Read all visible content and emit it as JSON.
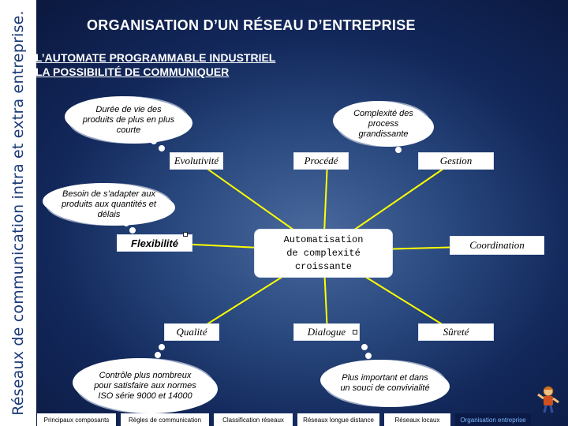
{
  "sidebar": {
    "text": "Réseaux de communication intra et extra entreprise."
  },
  "title": "ORGANISATION D’UN RÉSEAU D’ENTREPRISE",
  "subtitle": {
    "line1": "L’AUTOMATE PROGRAMMABLE INDUSTRIEL",
    "line2": "LA POSSIBILITÉ DE COMMUNIQUER"
  },
  "center": {
    "line1": "Automatisation",
    "line2": "de complexité",
    "line3": "croissante"
  },
  "nodes": {
    "evolutivite": "Evolutivité",
    "procede": "Procédé",
    "gestion": "Gestion",
    "flexibilite": "Flexibilité",
    "coordination": "Coordination",
    "qualite": "Qualité",
    "dialogue": "Dialogue",
    "surete": "Sûreté"
  },
  "clouds": {
    "duree": "Durée de vie des produits de plus en plus courte",
    "complexite": "Complexité des process grandissante",
    "besoin": "Besoin de s’adapter aux produits aux quantités et délais",
    "controle": "Contrôle plus nombreux pour satisfaire aux normes ISO série 9000 et 14000",
    "important": "Plus important et dans un souci de convivialité"
  },
  "nav": [
    "Principaux composants",
    "Règles de communication",
    "Classification réseaux",
    "Réseaux longue distance",
    "Réseaux locaux",
    "Organisation entreprise"
  ],
  "colors": {
    "background": "#1a3268",
    "sidebar_text": "#1a3a78",
    "active_nav": "#7fb8ff"
  }
}
